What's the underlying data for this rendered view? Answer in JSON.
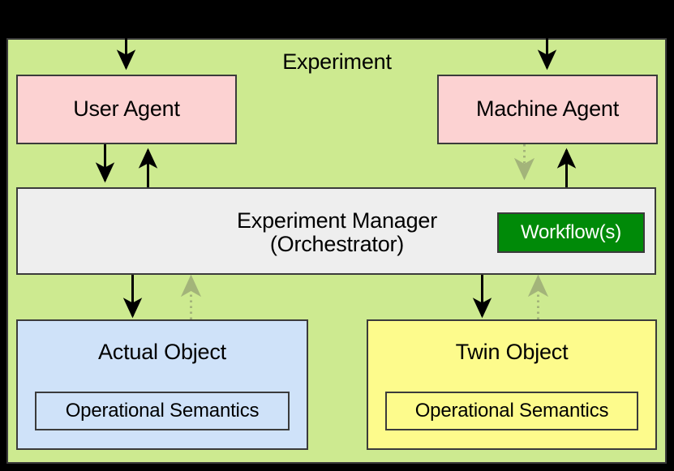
{
  "diagram": {
    "title": "Experiment",
    "background_color": "#000000",
    "panel_color": "#cdea90",
    "nodes": {
      "user_agent": {
        "label": "User Agent",
        "fill": "#fcd2d2"
      },
      "machine_agent": {
        "label": "Machine Agent",
        "fill": "#fcd2d2"
      },
      "experiment_manager": {
        "label": "Experiment Manager",
        "sublabel": "(Orchestrator)",
        "fill": "#eeeeee"
      },
      "workflows": {
        "label": "Workflow(s)",
        "fill": "#008a08",
        "text_color": "#ffffff"
      },
      "actual_object": {
        "label": "Actual Object",
        "fill": "#cfe2f9",
        "inner_label": "Operational Semantics"
      },
      "twin_object": {
        "label": "Twin Object",
        "fill": "#fdfb8c",
        "inner_label": "Operational Semantics"
      }
    },
    "edges": [
      {
        "name": "into-user-agent",
        "from": "outside-top",
        "to": "user_agent",
        "style": "solid",
        "color": "#000000"
      },
      {
        "name": "into-machine-agent",
        "from": "outside-top",
        "to": "machine_agent",
        "style": "solid",
        "color": "#000000"
      },
      {
        "name": "user-agent-to-manager",
        "from": "user_agent",
        "to": "experiment_manager",
        "style": "solid",
        "color": "#000000"
      },
      {
        "name": "manager-to-user-agent",
        "from": "experiment_manager",
        "to": "user_agent",
        "style": "solid",
        "color": "#000000"
      },
      {
        "name": "machine-agent-to-manager",
        "from": "machine_agent",
        "to": "experiment_manager",
        "style": "dotted",
        "color": "#a3b47a"
      },
      {
        "name": "manager-to-machine-agent",
        "from": "experiment_manager",
        "to": "machine_agent",
        "style": "solid",
        "color": "#000000"
      },
      {
        "name": "manager-to-actual-object",
        "from": "experiment_manager",
        "to": "actual_object",
        "style": "solid",
        "color": "#000000"
      },
      {
        "name": "actual-object-to-manager",
        "from": "actual_object",
        "to": "experiment_manager",
        "style": "dotted",
        "color": "#a3b47a"
      },
      {
        "name": "manager-to-twin-object",
        "from": "experiment_manager",
        "to": "twin_object",
        "style": "solid",
        "color": "#000000"
      },
      {
        "name": "twin-object-to-manager",
        "from": "twin_object",
        "to": "experiment_manager",
        "style": "dotted",
        "color": "#a3b47a"
      }
    ]
  }
}
